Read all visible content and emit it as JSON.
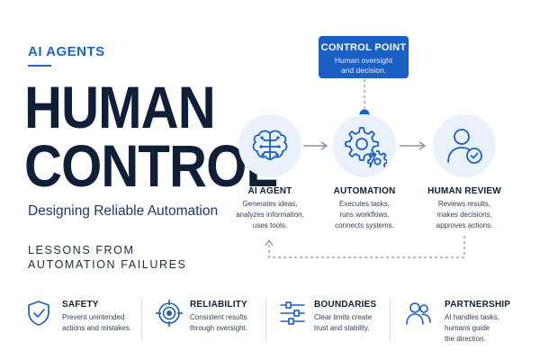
{
  "header": {
    "kicker": "AI AGENTS",
    "title_line1": "HUMAN",
    "title_line2": "CONTROL",
    "subtitle": "Designing Reliable Automation",
    "lessons_line1": "LESSONS FROM",
    "lessons_line2": "AUTOMATION FAILURES"
  },
  "control_point": {
    "title": "CONTROL POINT",
    "desc_line1": "Human oversight",
    "desc_line2": "and decision."
  },
  "stages": [
    {
      "title": "AI AGENT",
      "icon": "brain-icon",
      "desc": [
        "Generates ideas,",
        "analyzes information,",
        "uses tools."
      ]
    },
    {
      "title": "AUTOMATION",
      "icon": "gears-icon",
      "desc": [
        "Executes tasks,",
        "runs workflows,",
        "connects systems."
      ]
    },
    {
      "title": "HUMAN REVIEW",
      "icon": "person-check-icon",
      "desc": [
        "Reviews results,",
        "makes decisions,",
        "approves actions."
      ]
    }
  ],
  "features": [
    {
      "title": "SAFETY",
      "icon": "shield-check-icon",
      "desc": [
        "Prevent unintended",
        "actions and mistakes."
      ]
    },
    {
      "title": "RELIABILITY",
      "icon": "target-icon",
      "desc": [
        "Consistent results",
        "through oversight."
      ]
    },
    {
      "title": "BOUNDARIES",
      "icon": "sliders-icon",
      "desc": [
        "Clear limits create",
        "trust and stability."
      ]
    },
    {
      "title": "PARTNERSHIP",
      "icon": "people-icon",
      "desc": [
        "AI handles tasks,",
        "humans guide",
        "the direction."
      ]
    }
  ],
  "colors": {
    "accent": "#1a5fc4",
    "dark": "#0f1f38",
    "circle_bg": "#eaf1fb",
    "arrow": "#8a94a3"
  }
}
